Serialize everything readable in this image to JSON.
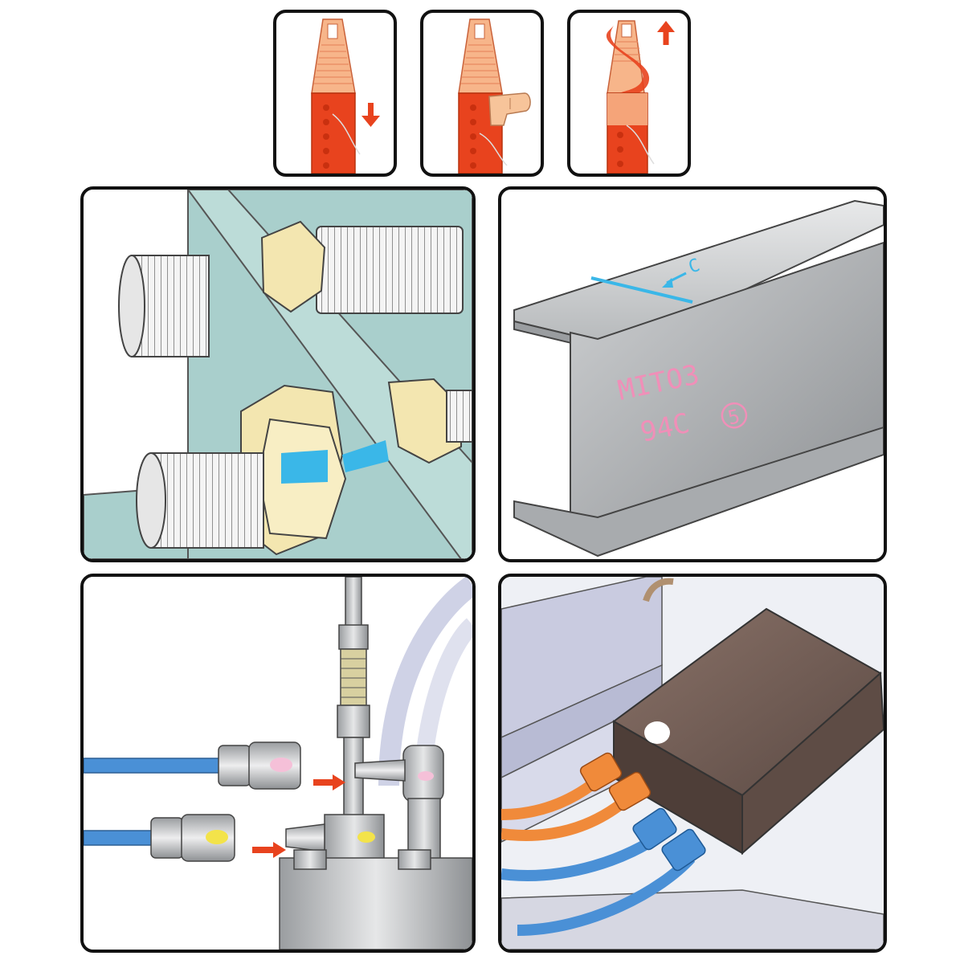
{
  "steps": [
    {
      "id": "peel-down",
      "arrow": "down-arrow"
    },
    {
      "id": "press-wrap",
      "arrow": "none"
    },
    {
      "id": "pull-up",
      "arrow": "up-arrow"
    }
  ],
  "beam_marking": {
    "line1": "MITO3",
    "line2": "94C",
    "circled": "5",
    "edge_label": "C"
  },
  "colors": {
    "crayon": "#e8431e",
    "paper_wrap": "#f7b58a",
    "arrow": "#e8431e",
    "steel_plate": "#a9cfcc",
    "nut": "#f3e6b0",
    "mark_blue": "#3ab7e8",
    "mark_pink": "#f08fb8",
    "mark_yellow": "#f3e34a",
    "cable_orange": "#f08a3a",
    "cable_blue": "#4a90d6",
    "box_brown": "#6e5a52"
  }
}
